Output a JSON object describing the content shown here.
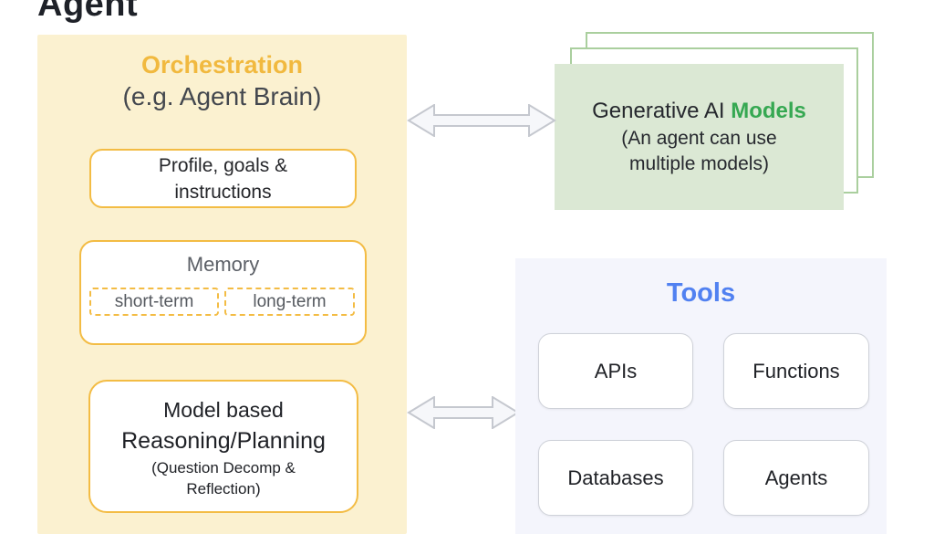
{
  "page": {
    "title": "Agent"
  },
  "orchestration": {
    "title": "Orchestration",
    "subtitle": "(e.g. Agent Brain)",
    "profile_box": {
      "line1": "Profile, goals &",
      "line2": "instructions"
    },
    "memory": {
      "title": "Memory",
      "short_term": "short-term",
      "long_term": "long-term"
    },
    "model_box": {
      "line1": "Model based",
      "line2": "Reasoning/Planning",
      "line3": "(Question Decomp &",
      "line4": "Reflection)"
    }
  },
  "models": {
    "title_prefix": "Generative AI ",
    "title_highlight": "Models",
    "subtitle_line1": "(An agent can use",
    "subtitle_line2": "multiple models)"
  },
  "tools": {
    "title": "Tools",
    "items": [
      "APIs",
      "Functions",
      "Databases",
      "Agents"
    ]
  },
  "colors": {
    "panel_yellow": "#fbf1d0",
    "accent_gold": "#f2ba41",
    "card_sage": "#dbe8d4",
    "card_outline_green": "#aacf9e",
    "models_green": "#36a852",
    "panel_lavender": "#f4f5fc",
    "tools_blue": "#5181f1",
    "text_dark": "#202227",
    "text_gray": "#5c6067",
    "arrow_stroke": "#c5c8cf"
  }
}
